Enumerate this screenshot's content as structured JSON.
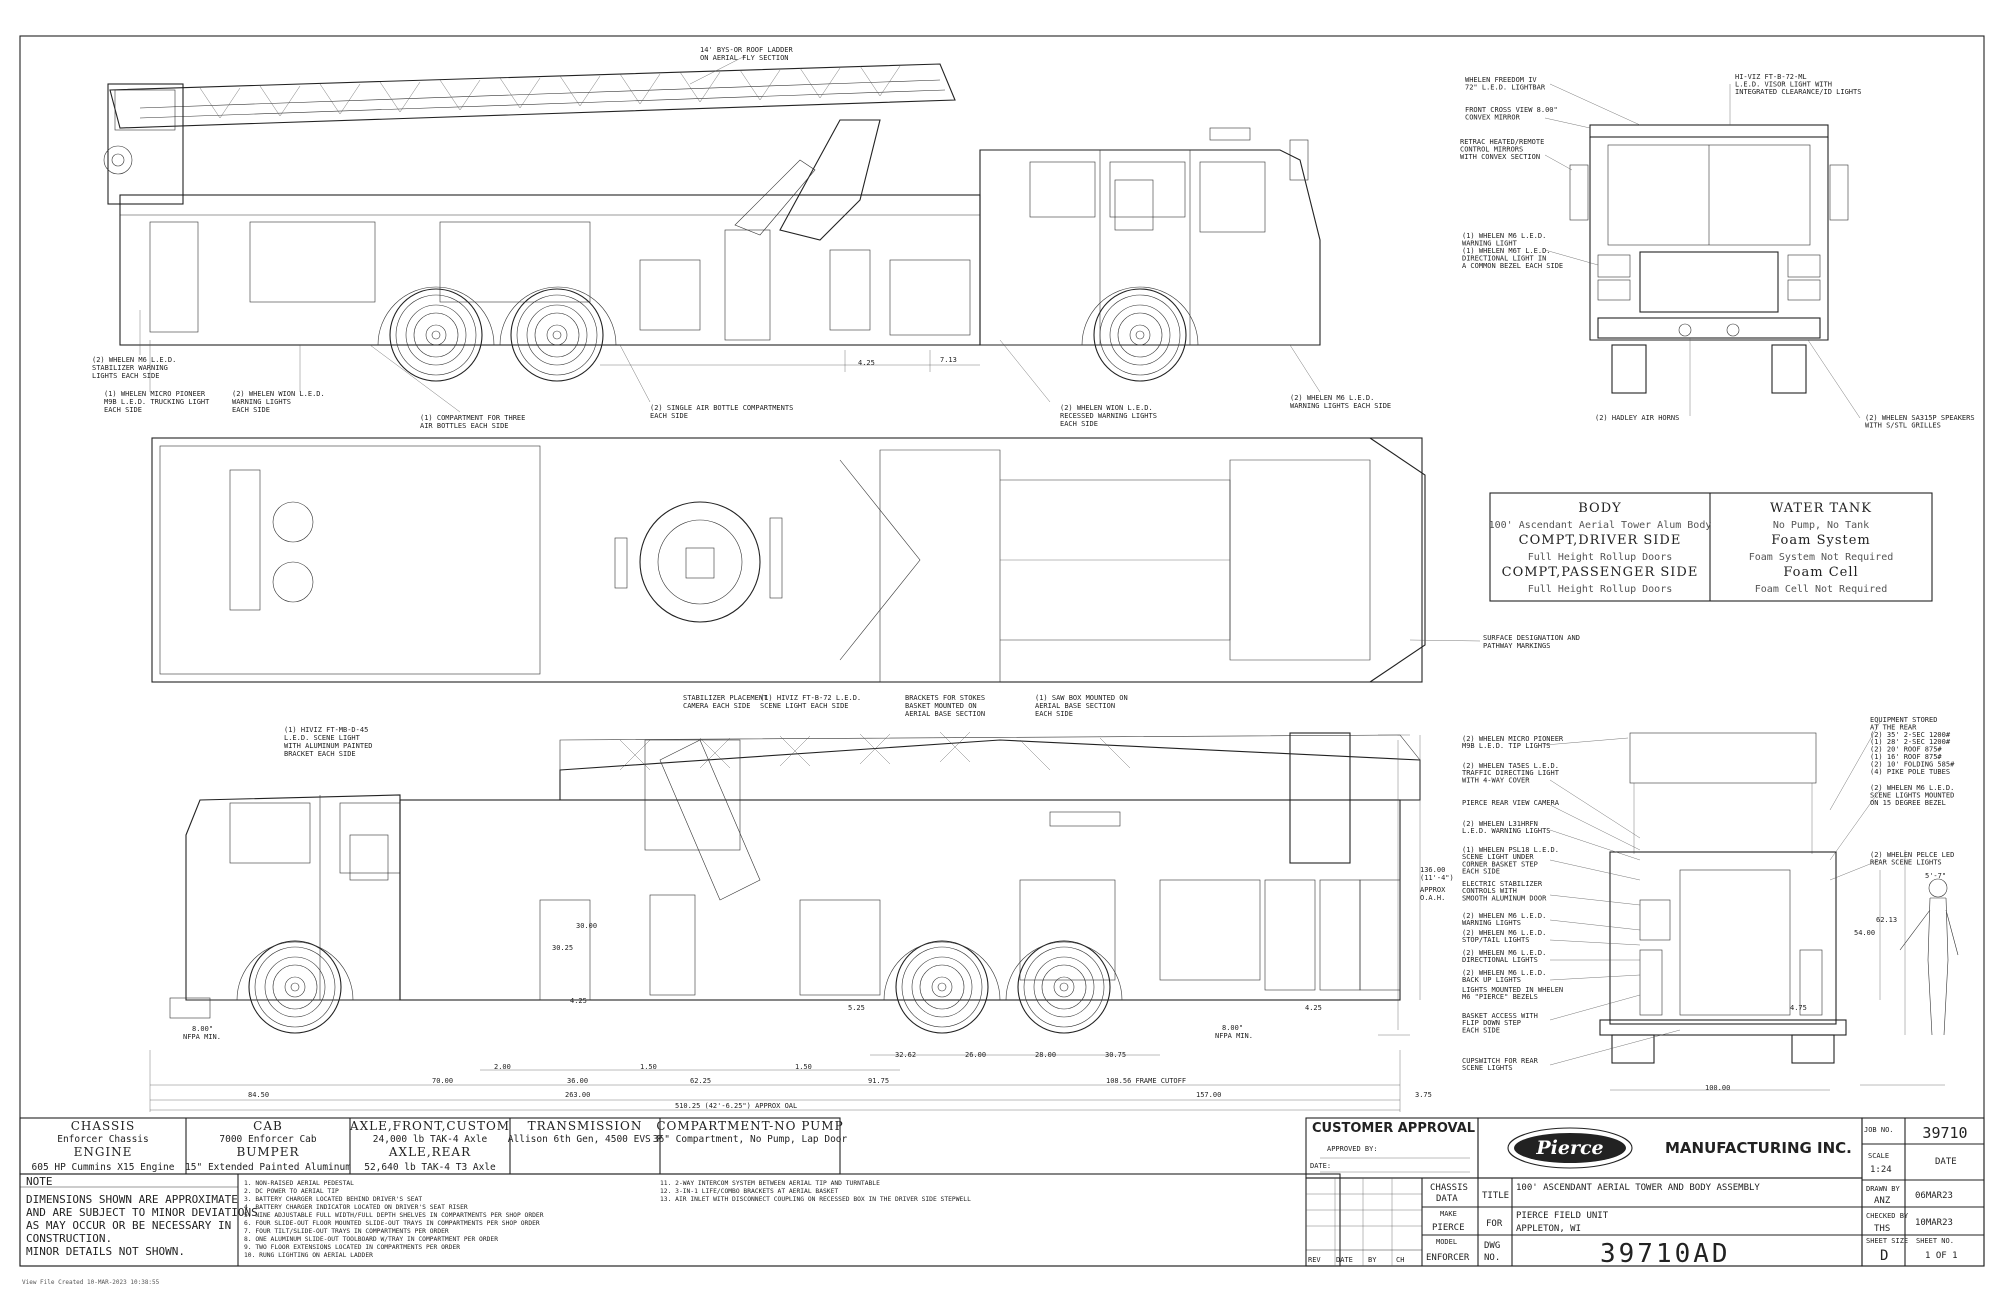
{
  "side_callouts_top": [
    {
      "id": "ladder",
      "lines": [
        "14' BYS-OR ROOF LADDER",
        "ON AERIAL FLY SECTION"
      ]
    },
    {
      "id": "stabilizer",
      "lines": [
        "(2) WHELEN M6 L.E.D.",
        "STABILIZER WARNING",
        "LIGHTS EACH SIDE"
      ]
    },
    {
      "id": "micro",
      "lines": [
        "(1) WHELEN MICRO PIONEER",
        "M9B L.E.D. TRUCKING LIGHT",
        "EACH SIDE"
      ]
    },
    {
      "id": "wion1",
      "lines": [
        "(2) WHELEN WION L.E.D.",
        "WARNING LIGHTS",
        "EACH SIDE"
      ]
    },
    {
      "id": "compartment",
      "lines": [
        "(1) COMPARTMENT FOR THREE",
        "AIR BOTTLES EACH SIDE"
      ]
    },
    {
      "id": "airbottle",
      "lines": [
        "(2) SINGLE AIR BOTTLE COMPARTMENTS",
        "EACH SIDE"
      ]
    },
    {
      "id": "wion2",
      "lines": [
        "(2) WHELEN WION L.E.D.",
        "RECESSED WARNING LIGHTS",
        "EACH SIDE"
      ]
    },
    {
      "id": "m6front",
      "lines": [
        "(2) WHELEN M6 L.E.D.",
        "WARNING LIGHTS EACH SIDE"
      ]
    }
  ],
  "front_callouts": [
    {
      "id": "freedom",
      "lines": [
        "WHELEN FREEDOM IV",
        "72\" L.E.D. LIGHTBAR"
      ]
    },
    {
      "id": "hiviz",
      "lines": [
        "HI-VIZ FT-B-72-ML",
        "L.E.D. VISOR LIGHT WITH",
        "INTEGRATED CLEARANCE/ID LIGHTS"
      ]
    },
    {
      "id": "crossview",
      "lines": [
        "FRONT CROSS VIEW 8.00\"",
        "CONVEX MIRROR"
      ]
    },
    {
      "id": "retrac",
      "lines": [
        "RETRAC HEATED/REMOTE",
        "CONTROL MIRRORS",
        "WITH CONVEX SECTION"
      ]
    },
    {
      "id": "m6warn",
      "lines": [
        "(1) WHELEN M6 L.E.D.",
        "WARNING LIGHT",
        "(1) WHELEN M6T L.E.D.",
        "DIRECTIONAL LIGHT IN",
        "A COMMON BEZEL EACH SIDE"
      ]
    },
    {
      "id": "horns",
      "lines": [
        "(2) HADLEY AIR HORNS"
      ]
    },
    {
      "id": "speakers",
      "lines": [
        "(2) WHELEN SA315P SPEAKERS",
        "WITH S/STL GRILLES"
      ]
    }
  ],
  "dims_top": {
    "d1": "4.25",
    "d2": "7.13"
  },
  "surface_note": [
    "SURFACE DESIGNATION AND",
    "PATHWAY MARKINGS"
  ],
  "spec_box": {
    "body_title": "BODY",
    "body_desc": "100' Ascendant Aerial Tower Alum Body",
    "driver_title": "COMPT,DRIVER SIDE",
    "driver_desc": "Full Height Rollup Doors",
    "pass_title": "COMPT,PASSENGER SIDE",
    "pass_desc": "Full Height Rollup Doors",
    "water_title": "WATER TANK",
    "water_desc": "No Pump, No Tank",
    "foam_title": "Foam System",
    "foam_desc": "Foam System Not Required",
    "cell_title": "Foam Cell",
    "cell_desc": "Foam Cell Not Required"
  },
  "side_callouts_bottom": [
    {
      "id": "hiviz2",
      "lines": [
        "(1) HIVIZ FT-MB-D-45",
        "L.E.D. SCENE LIGHT",
        "WITH ALUMINUM PAINTED",
        "BRACKET EACH SIDE"
      ]
    },
    {
      "id": "camera",
      "lines": [
        "STABILIZER PLACEMENT",
        "CAMERA EACH SIDE"
      ]
    },
    {
      "id": "hiviz3",
      "lines": [
        "(1) HIVIZ FT-B-72 L.E.D.",
        "SCENE LIGHT EACH SIDE"
      ]
    },
    {
      "id": "brackets",
      "lines": [
        "BRACKETS FOR STOKES",
        "BASKET MOUNTED ON",
        "AERIAL BASE SECTION"
      ]
    },
    {
      "id": "sawbox",
      "lines": [
        "(1) SAW BOX MOUNTED ON",
        "AERIAL BASE SECTION",
        "EACH SIDE"
      ]
    }
  ],
  "rear_callouts": [
    {
      "id": "r1",
      "lines": [
        "(2) WHELEN MICRO PIONEER",
        "M9B L.E.D. TIP LIGHTS"
      ]
    },
    {
      "id": "r2",
      "lines": [
        "(2) WHELEN TA5ES L.E.D.",
        "TRAFFIC DIRECTING LIGHT",
        "WITH 4-WAY COVER"
      ]
    },
    {
      "id": "r3",
      "lines": [
        "PIERCE REAR VIEW CAMERA"
      ]
    },
    {
      "id": "r4",
      "lines": [
        "(2) WHELEN L31HRFN",
        "L.E.D. WARNING LIGHTS"
      ]
    },
    {
      "id": "r5",
      "lines": [
        "(1) WHELEN PSL18 L.E.D.",
        "SCENE LIGHT UNDER",
        "CORNER BASKET STEP",
        "EACH SIDE"
      ]
    },
    {
      "id": "r6",
      "lines": [
        "ELECTRIC STABILIZER",
        "CONTROLS WITH",
        "SMOOTH ALUMINUM DOOR"
      ]
    },
    {
      "id": "r7",
      "lines": [
        "(2) WHELEN M6 L.E.D.",
        "WARNING LIGHTS"
      ]
    },
    {
      "id": "r8",
      "lines": [
        "(2) WHELEN M6 L.E.D.",
        "STOP/TAIL LIGHTS"
      ]
    },
    {
      "id": "r9",
      "lines": [
        "(2) WHELEN M6 L.E.D.",
        "DIRECTIONAL LIGHTS"
      ]
    },
    {
      "id": "r10",
      "lines": [
        "(2) WHELEN M6 L.E.D.",
        "BACK UP LIGHTS"
      ]
    },
    {
      "id": "r11",
      "lines": [
        "LIGHTS MOUNTED IN WHELEN",
        "M6 \"PIERCE\" BEZELS"
      ]
    },
    {
      "id": "r12",
      "lines": [
        "BASKET ACCESS WITH",
        "FLIP DOWN STEP",
        "EACH SIDE"
      ]
    },
    {
      "id": "r13",
      "lines": [
        "CUPSWITCH FOR REAR",
        "SCENE LIGHTS"
      ]
    }
  ],
  "rear_right_callouts": [
    {
      "id": "eq",
      "lines": [
        "EQUIPMENT STORED",
        "AT THE REAR",
        "(2) 35' 2-SEC 1200#",
        "(1) 28' 2-SEC 1200#",
        "(2) 20' ROOF 875#",
        "(1) 16' ROOF 875#",
        "(2) 10' FOLDING 585#",
        "(4) PIKE POLE TUBES"
      ]
    },
    {
      "id": "sc",
      "lines": [
        "(2) WHELEN M6 L.E.D.",
        "SCENE LIGHTS MOUNTED",
        "ON 15 DEGREE BEZEL"
      ]
    },
    {
      "id": "pl",
      "lines": [
        "(2) WHELEN PELCE LED",
        "REAR SCENE LIGHTS"
      ]
    }
  ],
  "height_callout": [
    "136.00",
    "(11'-4\")",
    "APPROX",
    "O.A.H."
  ],
  "dims_bottom": {
    "d3025": "30.25",
    "d3000": "30.00",
    "d425a": "4.25",
    "d525": "5.25",
    "d425b": "4.25",
    "nfpa1": [
      "8.00\"",
      "NFPA MIN."
    ],
    "nfpa2": [
      "8.00\"",
      "NFPA MIN."
    ],
    "d200": "2.00",
    "d150a": "1.50",
    "d150b": "1.50",
    "d3262": "32.62",
    "d2600": "26.00",
    "d2800": "28.00",
    "d3075": "30.75",
    "d7000": "70.00",
    "d3600": "36.00",
    "d6225": "62.25",
    "d9175": "91.75",
    "d10856": "108.56 FRAME CUTOFF",
    "d8450": "84.50",
    "d26300": "263.00",
    "d157": "157.00",
    "d51025": "510.25 (42'-6.25\") APPROX OAL",
    "d375": "3.75",
    "d6213": "62.13",
    "d5400": "54.00",
    "d507": "5'-7\"",
    "d475": "4.75",
    "d10000": "100.00"
  },
  "specs_row": [
    {
      "h1": "CHASSIS",
      "v1": "Enforcer Chassis",
      "h2": "ENGINE",
      "v2": "605 HP Cummins X15 Engine"
    },
    {
      "h1": "CAB",
      "v1": "7000 Enforcer Cab",
      "h2": "BUMPER",
      "v2": "15\" Extended Painted Aluminum"
    },
    {
      "h1": "AXLE,FRONT,CUSTOM",
      "v1": "24,000 lb TAK-4 Axle",
      "h2": "AXLE,REAR",
      "v2": "52,640 lb TAK-4 T3 Axle"
    },
    {
      "h1": "TRANSMISSION",
      "v1": "Allison 6th Gen, 4500 EVS P",
      "h2": "",
      "v2": ""
    },
    {
      "h1": "COMPARTMENT-NO PUMP",
      "v1": "36\" Compartment, No Pump, Lap Door",
      "h2": "",
      "v2": ""
    }
  ],
  "note": {
    "title": "NOTE",
    "lines": [
      "DIMENSIONS SHOWN ARE APPROXIMATE",
      "AND ARE SUBJECT TO MINOR DEVIATIONS",
      "AS MAY OCCUR OR BE NECESSARY IN",
      "CONSTRUCTION.",
      "MINOR DETAILS NOT SHOWN."
    ]
  },
  "notes_a": [
    "1. NON-RAISED AERIAL PEDESTAL",
    "2. DC POWER TO AERIAL TIP",
    "3. BATTERY CHARGER LOCATED BEHIND DRIVER'S SEAT",
    "4. BATTERY CHARGER INDICATOR LOCATED ON DRIVER'S SEAT RISER",
    "5. NINE ADJUSTABLE FULL WIDTH/FULL DEPTH SHELVES IN COMPARTMENTS PER SHOP ORDER",
    "6. FOUR SLIDE-OUT FLOOR MOUNTED SLIDE-OUT TRAYS IN COMPARTMENTS PER SHOP ORDER",
    "7. FOUR TILT/SLIDE-OUT TRAYS IN COMPARTMENTS PER ORDER",
    "8. ONE ALUMINUM SLIDE-OUT TOOLBOARD W/TRAY IN COMPARTMENT PER ORDER",
    "9. TWO FLOOR EXTENSIONS LOCATED IN COMPARTMENTS PER ORDER",
    "10. RUNG LIGHTING ON AERIAL LADDER"
  ],
  "notes_b": [
    "11. 2-WAY INTERCOM SYSTEM BETWEEN AERIAL TIP AND TURNTABLE",
    "12. 3-IN-1 LIFE/COMBO BRACKETS AT AERIAL BASKET",
    "13. AIR INLET WITH DISCONNECT COUPLING ON RECESSED BOX IN THE DRIVER SIDE STEPWELL"
  ],
  "customer": {
    "title": "CUSTOMER APPROVAL",
    "approved": "APPROVED BY:",
    "date": "DATE:"
  },
  "logo": {
    "brand": "Pierce",
    "maker": "MANUFACTURING INC."
  },
  "title_block": {
    "rev_headers": [
      "REV",
      "DATE",
      "BY",
      "CH"
    ],
    "chassis_label": [
      "CHASSIS",
      "DATA"
    ],
    "make_label": "MAKE",
    "make_value": "PIERCE",
    "model_label": "MODEL",
    "model_value": "ENFORCER",
    "title_label": "TITLE",
    "title_value": "100' ASCENDANT AERIAL TOWER AND BODY ASSEMBLY",
    "for_label": "FOR",
    "for_value_1": "PIERCE FIELD UNIT",
    "for_value_2": "APPLETON, WI",
    "dwg_label": [
      "DWG",
      "NO."
    ],
    "dwg_no": "39710AD",
    "job_label": "JOB NO.",
    "job_value": "39710",
    "scale_label": "SCALE",
    "scale_value": "1:24",
    "date_label": "DATE",
    "drawn_label": "DRAWN BY",
    "drawn_value": "ANZ",
    "drawn_date": "06MAR23",
    "checked_label": "CHECKED BY",
    "checked_value": "THS",
    "checked_date": "10MAR23",
    "size_label": "SHEET SIZE",
    "size_value": "D",
    "sheet_label": "SHEET NO.",
    "sheet_value": "1 OF 1"
  },
  "footer": "View File Created 10-MAR-2023 10:38:55"
}
